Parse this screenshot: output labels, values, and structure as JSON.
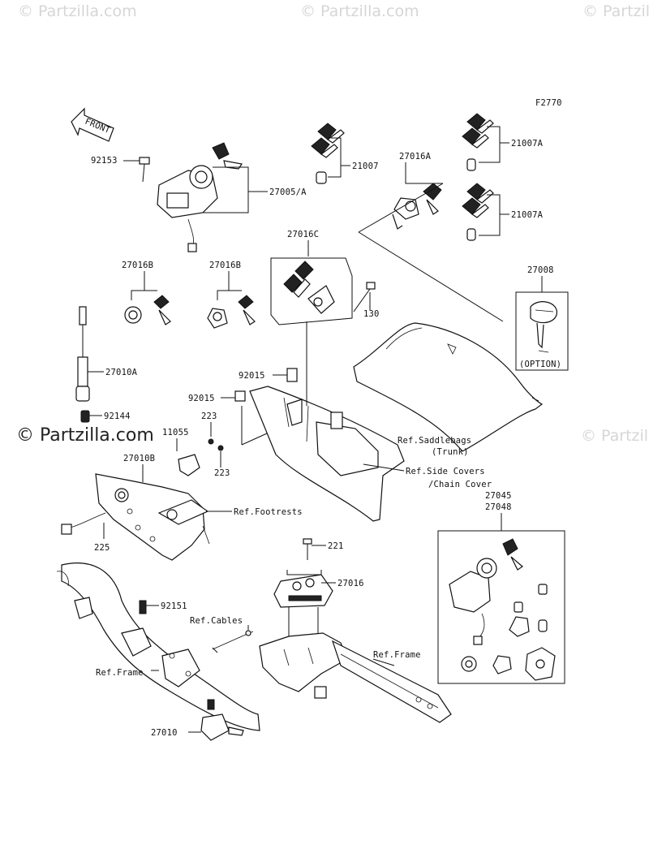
{
  "watermarks": {
    "top_left": "© Partzilla.com",
    "top_center": "© Partzilla.com",
    "top_right": "© Partzilla.com",
    "mid_left": "© Partzilla.com",
    "mid_right": "© Partzilla.com"
  },
  "figure_code": "F2770",
  "front_arrow_label": "FRONT",
  "option_label": "(OPTION)",
  "labels": {
    "p92153": "92153",
    "p27005A": "27005/A",
    "p21007": "21007",
    "p27016A": "27016A",
    "p21007A_1": "21007A",
    "p21007A_2": "21007A",
    "p27016C": "27016C",
    "p27016B_1": "27016B",
    "p27016B_2": "27016B",
    "p27008": "27008",
    "p130": "130",
    "p27010A": "27010A",
    "p92015_1": "92015",
    "p92015_2": "92015",
    "p92144": "92144",
    "p223_1": "223",
    "p11055": "11055",
    "p27010B": "27010B",
    "p223_2": "223",
    "ref_saddlebags": "Ref.Saddlebags",
    "trunk": "(Trunk)",
    "ref_side_covers": "Ref.Side Covers",
    "chain_cover": "/Chain Cover",
    "ref_footrests": "Ref.Footrests",
    "p27045": "27045",
    "p27048": "27048",
    "p225": "225",
    "p221": "221",
    "p27016": "27016",
    "p92151": "92151",
    "ref_cables": "Ref.Cables",
    "ref_frame_right": "Ref.Frame",
    "ref_frame_left": "Ref.Frame",
    "p27010": "27010"
  }
}
